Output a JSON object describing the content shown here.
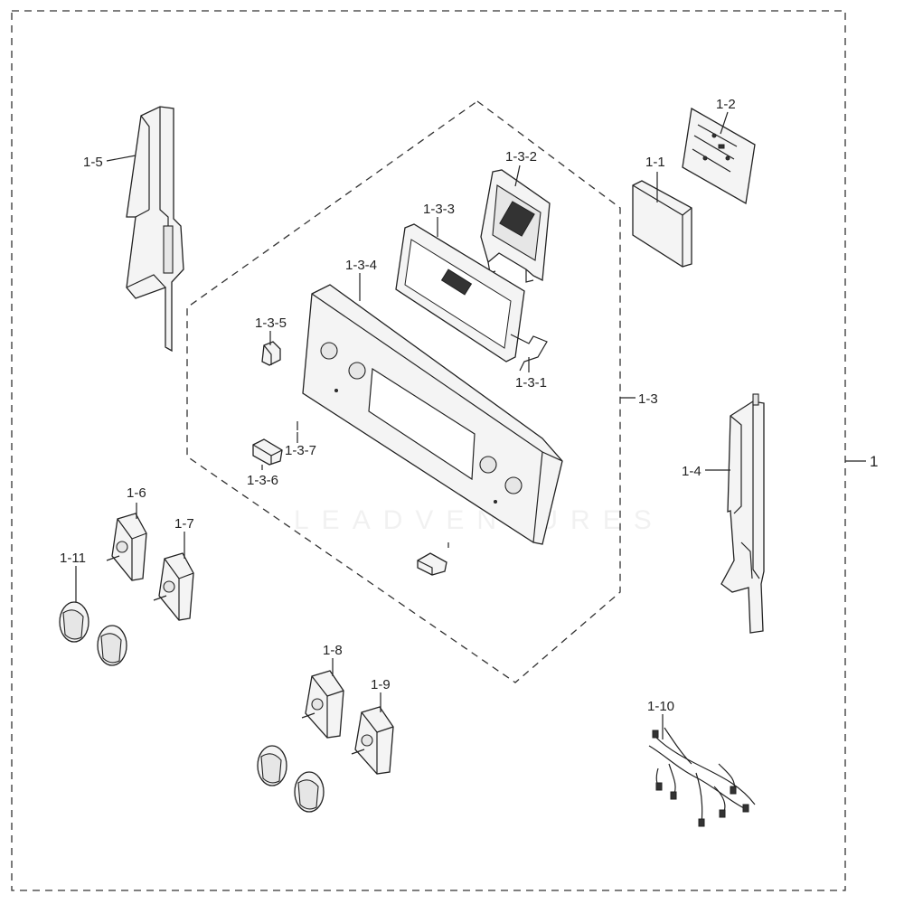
{
  "diagram": {
    "labels": {
      "l1": "1",
      "l1_1": "1-1",
      "l1_2": "1-2",
      "l1_3": "1-3",
      "l1_3_1": "1-3-1",
      "l1_3_2": "1-3-2",
      "l1_3_3": "1-3-3",
      "l1_3_4": "1-3-4",
      "l1_3_5": "1-3-5",
      "l1_3_6": "1-3-6",
      "l1_3_7": "1-3-7",
      "l1_4": "1-4",
      "l1_5": "1-5",
      "l1_6": "1-6",
      "l1_7": "1-7",
      "l1_8": "1-8",
      "l1_9": "1-9",
      "l1_10": "1-10",
      "l1_11": "1-11"
    },
    "watermark": "LEADVENTURES"
  }
}
